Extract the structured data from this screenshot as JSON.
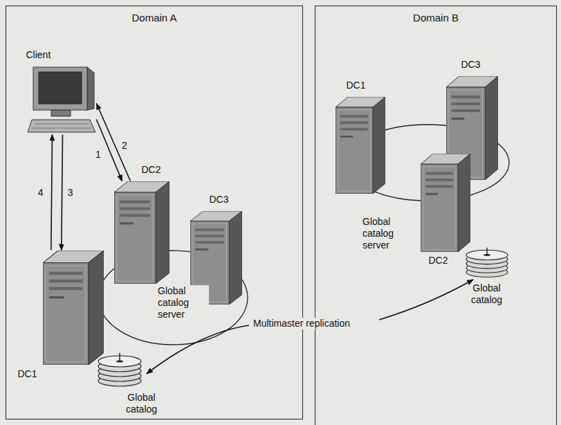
{
  "diagram": {
    "nodes": [
      {
        "text": [
          "Domain A"
        ]
      },
      {
        "text": [
          "Client"
        ],
        "in": 0
      },
      {
        "text": [
          "DC2"
        ],
        "in": 0
      },
      {
        "text": [
          "DC3"
        ],
        "in": 0
      },
      {
        "text": [
          "DC1"
        ],
        "in": 0
      },
      {
        "text": [
          "Global catalog"
        ],
        "in": 0
      },
      {
        "text": [
          "Domain B"
        ]
      },
      {
        "text": [
          "DC1"
        ],
        "in": 6
      },
      {
        "text": [
          "DC3"
        ],
        "in": 6
      },
      {
        "text": [
          "DC2"
        ],
        "in": 6
      },
      {
        "text": [
          "Global catalog"
        ],
        "in": 6
      }
    ],
    "edges": [
      {
        "from": 1,
        "to": 2,
        "label": "1",
        "arrow": "to"
      },
      {
        "from": 2,
        "to": 1,
        "label": "2",
        "arrow": "to"
      },
      {
        "from": 1,
        "to": 4,
        "label": "3",
        "arrow": "to"
      },
      {
        "from": 4,
        "to": 1,
        "label": "4",
        "arrow": "to"
      }
    ],
    "labels": [
      "Global catalog server",
      "Multimaster replication",
      "Global catalog server"
    ]
  }
}
